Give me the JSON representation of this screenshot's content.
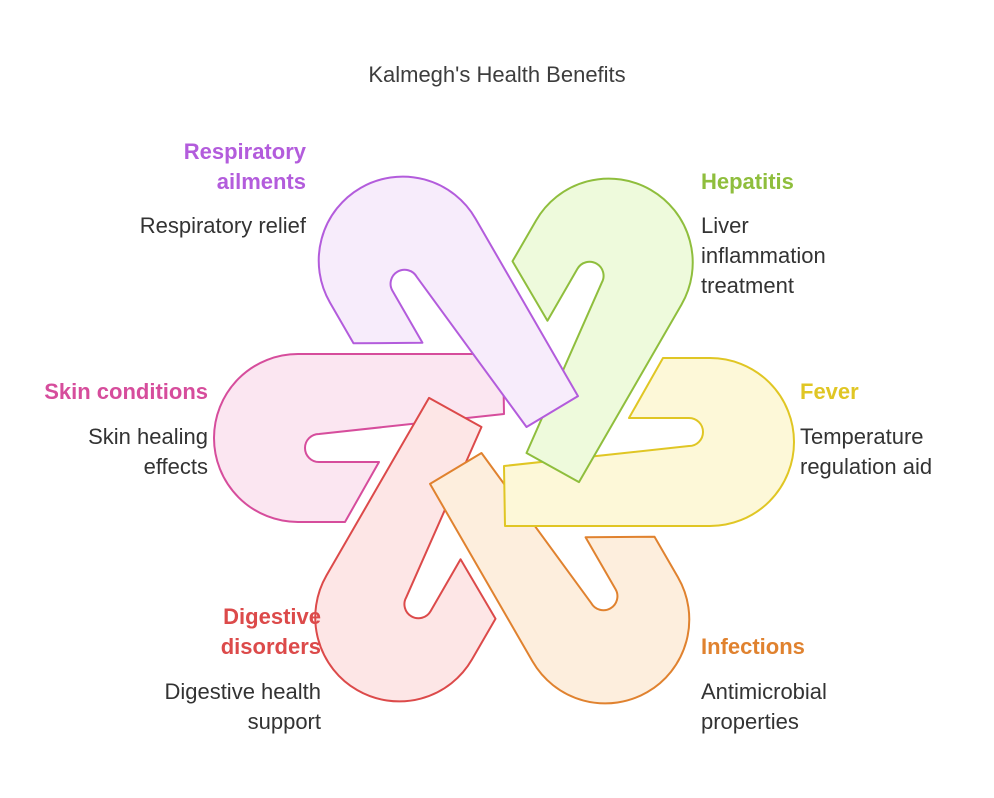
{
  "title": "Kalmegh's Health Benefits",
  "benefits": [
    {
      "label": "Respiratory ailments",
      "label_lines": [
        "Respiratory",
        "ailments"
      ],
      "desc_lines": [
        "Respiratory relief"
      ],
      "stroke": "#b35cdc",
      "fill": "#f7ecfb"
    },
    {
      "label": "Hepatitis",
      "label_lines": [
        "Hepatitis"
      ],
      "desc_lines": [
        "Liver",
        "inflammation",
        "treatment"
      ],
      "stroke": "#8fbe3d",
      "fill": "#eefadc"
    },
    {
      "label": "Fever",
      "label_lines": [
        "Fever"
      ],
      "desc_lines": [
        "Temperature",
        "regulation aid"
      ],
      "stroke": "#e0c624",
      "fill": "#fdf8d8"
    },
    {
      "label": "Infections",
      "label_lines": [
        "Infections"
      ],
      "desc_lines": [
        "Antimicrobial",
        "properties"
      ],
      "stroke": "#e0822f",
      "fill": "#fdeedd"
    },
    {
      "label": "Digestive disorders",
      "label_lines": [
        "Digestive",
        "disorders"
      ],
      "desc_lines": [
        "Digestive health",
        "support"
      ],
      "stroke": "#dc4a4a",
      "fill": "#fde6e6"
    },
    {
      "label": "Skin conditions",
      "label_lines": [
        "Skin conditions"
      ],
      "desc_lines": [
        "Skin healing",
        "effects"
      ],
      "stroke": "#d64d9c",
      "fill": "#fbe6f1"
    }
  ]
}
